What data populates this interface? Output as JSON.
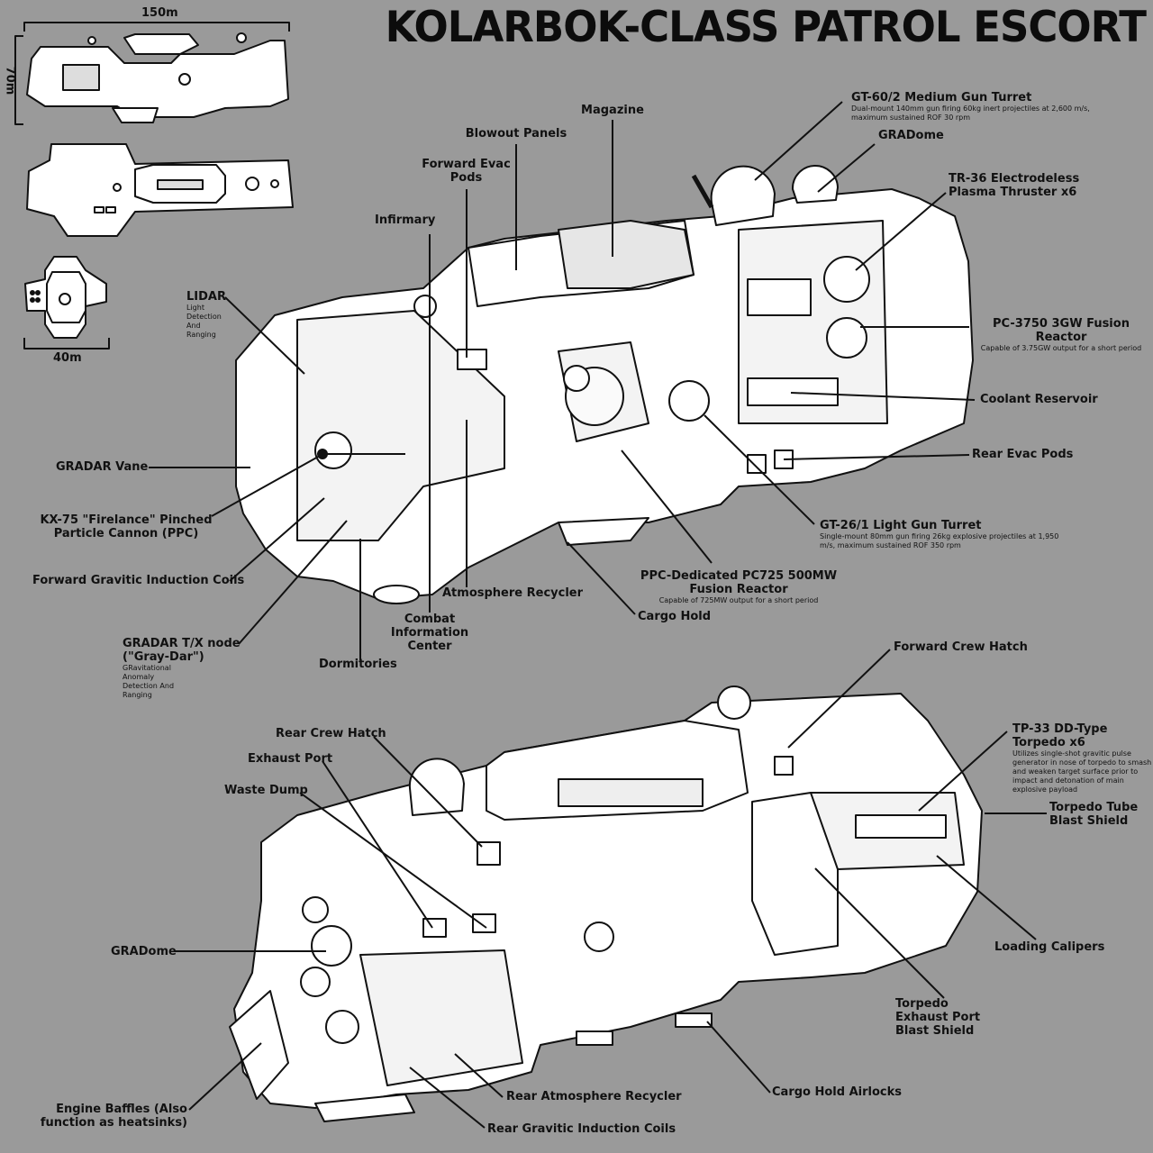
{
  "title": "KOLARBOK-CLASS PATROL ESCORT",
  "colors": {
    "background": "#9a9a9a",
    "hull": "#ffffff",
    "ink": "#111111"
  },
  "dimensions": {
    "length": "150m",
    "height": "70m",
    "width": "40m"
  },
  "views": {
    "top_left": [
      "side-view",
      "top-view",
      "front-view"
    ],
    "main": [
      "cutaway-forward-view",
      "rear-quarter-view"
    ]
  },
  "labels_upper": {
    "gt60": {
      "title": "GT-60/2 Medium Gun Turret",
      "desc": "Dual-mount 140mm gun firing 60kg inert projectiles at 2,600 m/s, maximum sustained ROF 30 rpm"
    },
    "gradome_top": {
      "title": "GRADome"
    },
    "magazine": {
      "title": "Magazine"
    },
    "blowout": {
      "title": "Blowout Panels"
    },
    "fwd_evac": {
      "title": "Forward Evac Pods"
    },
    "tr36": {
      "title": "TR-36 Electrodeless Plasma Thruster x6"
    },
    "infirmary": {
      "title": "Infirmary"
    },
    "lidar": {
      "title": "LIDAR",
      "desc": "Light Detection And Ranging"
    },
    "pc3750": {
      "title": "PC-3750 3GW Fusion Reactor",
      "desc": "Capable of 3.75GW output for a short period"
    },
    "coolant": {
      "title": "Coolant Reservoir"
    },
    "rear_evac": {
      "title": "Rear Evac Pods"
    },
    "gradar_vane": {
      "title": "GRADAR Vane"
    },
    "kx75": {
      "title": "KX-75 \"Firelance\" Pinched Particle Cannon (PPC)"
    },
    "gt26": {
      "title": "GT-26/1 Light Gun Turret",
      "desc": "Single-mount 80mm gun firing 26kg explosive projectiles at 1,950 m/s, maximum sustained ROF 350 rpm"
    },
    "fwd_coils": {
      "title": "Forward Gravitic Induction Coils"
    },
    "atmo": {
      "title": "Atmosphere Recycler"
    },
    "ppc_reactor": {
      "title": "PPC-Dedicated PC725 500MW Fusion Reactor",
      "desc": "Capable of 725MW output for a short period"
    },
    "cargo": {
      "title": "Cargo Hold"
    },
    "gradar_node": {
      "title": "GRADAR T/X node (\"Gray-Dar\")",
      "desc": "GRavitational Anomaly Detection And Ranging"
    },
    "cic": {
      "title": "Combat Information Center"
    },
    "dorms": {
      "title": "Dormitories"
    }
  },
  "labels_lower": {
    "fwd_hatch": {
      "title": "Forward Crew Hatch"
    },
    "rear_hatch": {
      "title": "Rear Crew Hatch"
    },
    "exhaust": {
      "title": "Exhaust Port"
    },
    "waste": {
      "title": "Waste Dump"
    },
    "tp33": {
      "title": "TP-33 DD-Type Torpedo x6",
      "desc": "Utilizes single-shot gravitic pulse generator in nose of torpedo to smash and weaken target surface prior to impact and detonation of main explosive payload"
    },
    "tube_shield": {
      "title": "Torpedo Tube Blast Shield"
    },
    "gradome_low": {
      "title": "GRADome"
    },
    "calipers": {
      "title": "Loading Calipers"
    },
    "torp_exhaust": {
      "title": "Torpedo Exhaust Port Blast Shield"
    },
    "airlocks": {
      "title": "Cargo Hold Airlocks"
    },
    "rear_atmo": {
      "title": "Rear Atmosphere Recycler"
    },
    "baffles": {
      "title": "Engine Baffles (Also function as heatsinks)"
    },
    "rear_coils": {
      "title": "Rear Gravitic Induction Coils"
    }
  }
}
